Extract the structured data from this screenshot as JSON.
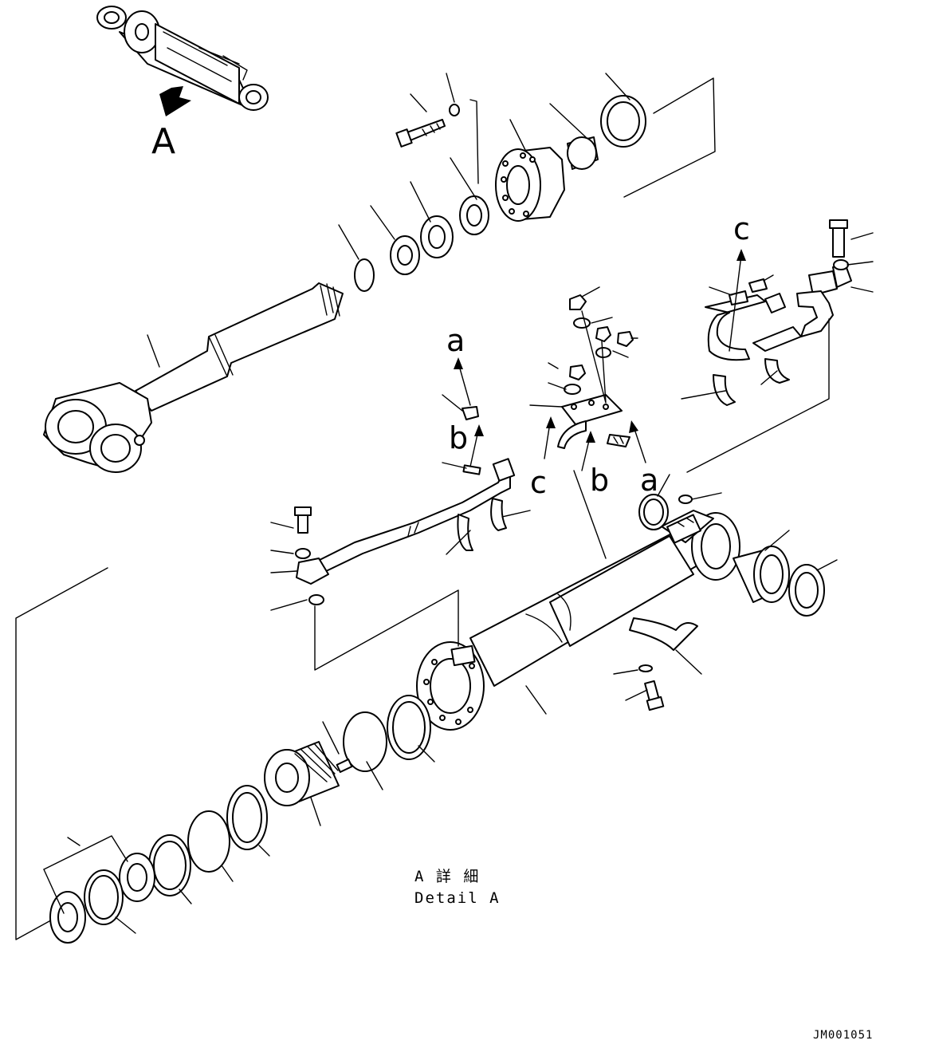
{
  "diagram": {
    "view_label": "A",
    "callouts": {
      "a": "a",
      "b": "b",
      "c": "c"
    },
    "detail_title_jp": "A 詳 細",
    "detail_title_en": "Detail A",
    "drawing_code": "JM001051"
  }
}
